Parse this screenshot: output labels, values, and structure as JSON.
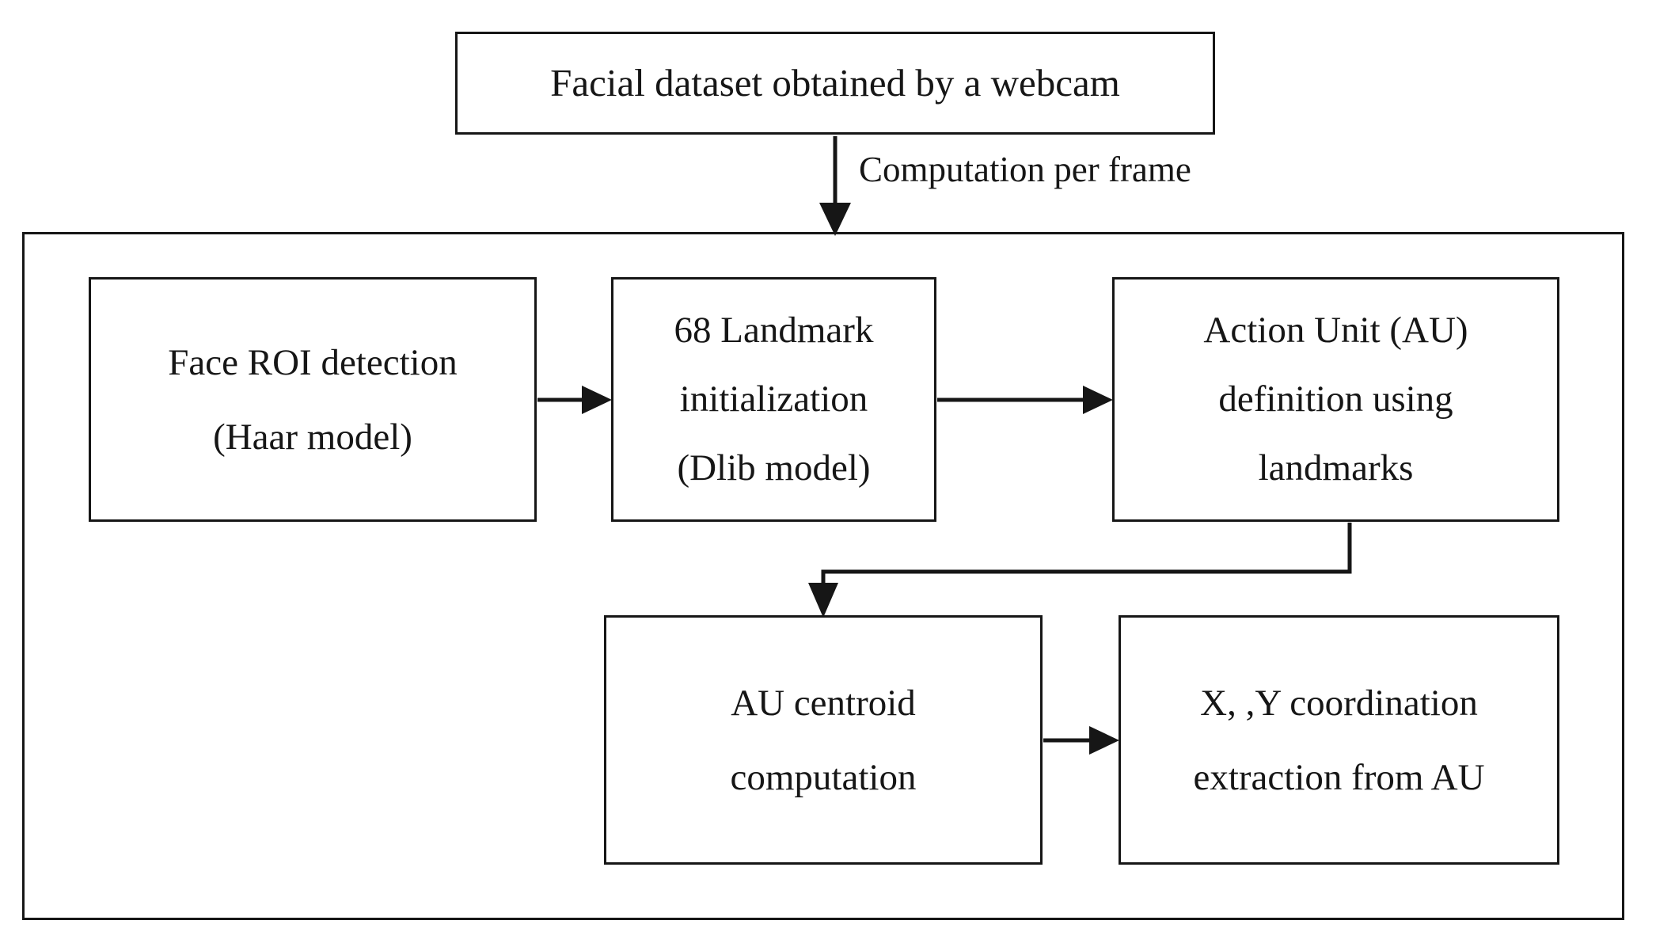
{
  "figure": {
    "type": "flowchart",
    "orientation": "top-down",
    "background_color": "#ffffff",
    "stroke_color": "#161616"
  },
  "nodes": {
    "source": {
      "id": "source",
      "lines": [
        "Facial dataset obtained by a webcam"
      ],
      "text": "Facial dataset obtained by a webcam"
    },
    "face_roi": {
      "id": "face-roi-detection",
      "lines": [
        "Face ROI detection",
        "(Haar model)"
      ],
      "text": "Face ROI detection (Haar model)"
    },
    "landmark": {
      "id": "landmark-initialization",
      "lines": [
        "68 Landmark",
        "initialization",
        "(Dlib model)"
      ],
      "text": "68 Landmark initialization (Dlib model)"
    },
    "action_unit": {
      "id": "action-unit-definition",
      "lines": [
        "Action Unit (AU)",
        "definition using",
        "landmarks"
      ],
      "text": "Action Unit (AU) definition using landmarks"
    },
    "centroid": {
      "id": "au-centroid-computation",
      "lines": [
        "AU centroid",
        "computation"
      ],
      "text": "AU centroid computation"
    },
    "coords": {
      "id": "xy-coordination-extraction",
      "lines": [
        "X, ,Y coordination",
        "extraction from AU"
      ],
      "text": "X, ,Y coordination extraction from AU"
    }
  },
  "edges": [
    {
      "id": "source-to-pipeline",
      "from": "source",
      "to": "pipeline-frame",
      "label": "Computation per frame",
      "style": "straight-down-arrow"
    },
    {
      "id": "face-roi-to-landmark",
      "from": "face_roi",
      "to": "landmark",
      "label": "",
      "style": "straight-right-arrow"
    },
    {
      "id": "landmark-to-action-unit",
      "from": "landmark",
      "to": "action_unit",
      "label": "",
      "style": "straight-right-arrow"
    },
    {
      "id": "action-unit-to-centroid",
      "from": "action_unit",
      "to": "centroid",
      "label": "",
      "style": "elbow-down-left-down-arrow"
    },
    {
      "id": "centroid-to-coords",
      "from": "centroid",
      "to": "coords",
      "label": "",
      "style": "straight-right-arrow"
    }
  ],
  "labels": {
    "computation_per_frame": "Computation per frame"
  },
  "group": {
    "id": "per-frame-computation-group",
    "caption": ""
  }
}
